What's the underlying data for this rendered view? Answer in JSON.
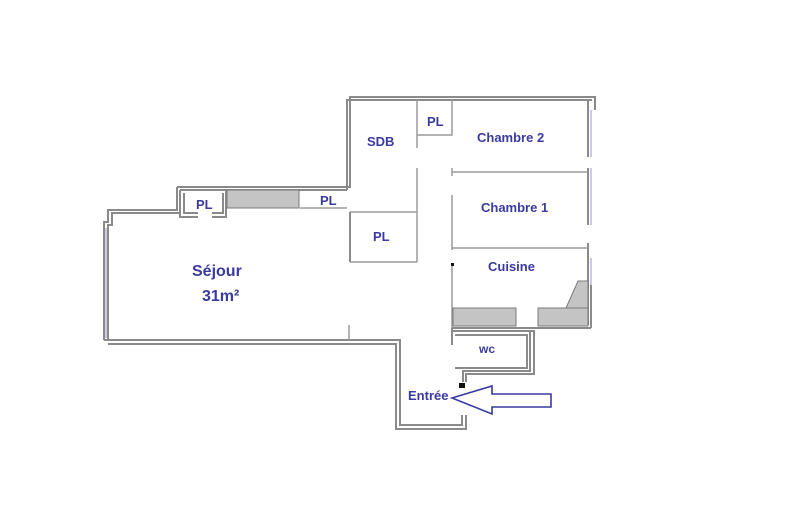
{
  "plan": {
    "rooms": [
      {
        "id": "sejour",
        "label": "Séjour",
        "area": "31m²"
      },
      {
        "id": "sdb",
        "label": "SDB"
      },
      {
        "id": "chambre2",
        "label": "Chambre 2"
      },
      {
        "id": "chambre1",
        "label": "Chambre 1"
      },
      {
        "id": "cuisine",
        "label": "Cuisine"
      },
      {
        "id": "wc",
        "label": "wc"
      },
      {
        "id": "entree",
        "label": "Entrée"
      }
    ],
    "closets": [
      {
        "id": "pl-sejour",
        "label": "PL"
      },
      {
        "id": "pl-corridor",
        "label": "PL"
      },
      {
        "id": "pl-sdb",
        "label": "PL"
      },
      {
        "id": "pl-chambre2",
        "label": "PL"
      }
    ],
    "colors": {
      "label": "#3a3aa0",
      "wall": "#8a8a8a",
      "furniture": "#c4c4c4",
      "background": "#ffffff"
    }
  }
}
